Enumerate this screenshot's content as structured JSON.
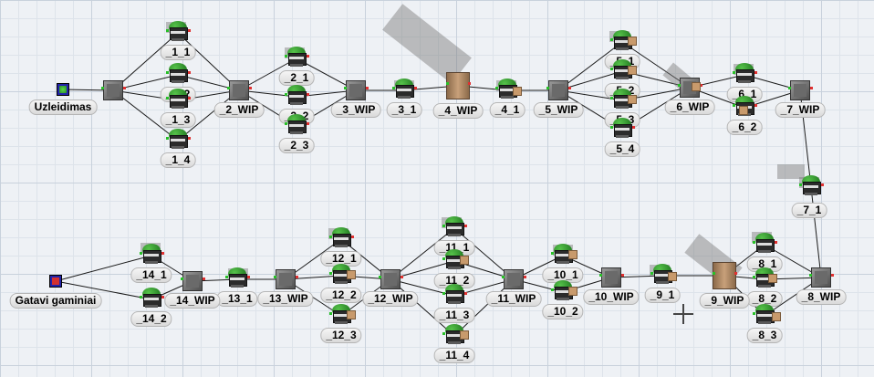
{
  "colors": {
    "connector": "#1a1a1a",
    "input_port": "#28c028",
    "output_port": "#e03030",
    "item": "#c89a6c"
  },
  "nodes": [
    {
      "id": "uzleidimas",
      "label": "Uzleidimas",
      "type": "source",
      "icon": "source-icon"
    },
    {
      "id": "q1",
      "label": "",
      "type": "queue",
      "icon": "queue-icon"
    },
    {
      "id": "p1_1",
      "label": "_1_1",
      "type": "processor",
      "icon": "processor-icon"
    },
    {
      "id": "p1_2",
      "label": "_1_2",
      "type": "processor",
      "icon": "processor-icon"
    },
    {
      "id": "p1_3",
      "label": "_1_3",
      "type": "processor",
      "icon": "processor-icon"
    },
    {
      "id": "p1_4",
      "label": "_1_4",
      "type": "processor",
      "icon": "processor-icon"
    },
    {
      "id": "q2",
      "label": "_2_WIP",
      "type": "queue",
      "icon": "queue-icon"
    },
    {
      "id": "p2_1",
      "label": "_2_1",
      "type": "processor",
      "icon": "processor-icon"
    },
    {
      "id": "p2_2",
      "label": "_2_2",
      "type": "processor",
      "icon": "processor-icon"
    },
    {
      "id": "p2_3",
      "label": "_2_3",
      "type": "processor",
      "icon": "processor-icon"
    },
    {
      "id": "q3",
      "label": "_3_WIP",
      "type": "queue",
      "icon": "queue-icon"
    },
    {
      "id": "p3_1",
      "label": "_3_1",
      "type": "processor",
      "icon": "processor-icon"
    },
    {
      "id": "q4",
      "label": "_4_WIP",
      "type": "queue-stack",
      "icon": "stacked-queue-icon"
    },
    {
      "id": "p4_1",
      "label": "_4_1",
      "type": "processor",
      "icon": "processor-icon"
    },
    {
      "id": "q5",
      "label": "_5_WIP",
      "type": "queue",
      "icon": "queue-icon"
    },
    {
      "id": "p5_1",
      "label": "_5_1",
      "type": "processor",
      "icon": "processor-icon"
    },
    {
      "id": "p5_2",
      "label": "_5_2",
      "type": "processor",
      "icon": "processor-icon"
    },
    {
      "id": "p5_3",
      "label": "_5_3",
      "type": "processor",
      "icon": "processor-icon"
    },
    {
      "id": "p5_4",
      "label": "_5_4",
      "type": "processor",
      "icon": "processor-icon"
    },
    {
      "id": "q6",
      "label": "_6_WIP",
      "type": "queue",
      "icon": "queue-icon"
    },
    {
      "id": "p6_1",
      "label": "_6_1",
      "type": "processor",
      "icon": "processor-icon"
    },
    {
      "id": "p6_2",
      "label": "_6_2",
      "type": "processor",
      "icon": "processor-icon"
    },
    {
      "id": "q7",
      "label": "_7_WIP",
      "type": "queue",
      "icon": "queue-icon"
    },
    {
      "id": "p7_1",
      "label": "_7_1",
      "type": "processor",
      "icon": "processor-icon"
    },
    {
      "id": "q8",
      "label": "_8_WIP",
      "type": "queue",
      "icon": "queue-icon"
    },
    {
      "id": "p8_1",
      "label": "_8_1",
      "type": "processor",
      "icon": "processor-icon"
    },
    {
      "id": "p8_2",
      "label": "_8_2",
      "type": "processor",
      "icon": "processor-icon"
    },
    {
      "id": "p8_3",
      "label": "_8_3",
      "type": "processor",
      "icon": "processor-icon"
    },
    {
      "id": "q9",
      "label": "_9_WIP",
      "type": "queue-stack",
      "icon": "stacked-queue-icon"
    },
    {
      "id": "p9_1",
      "label": "_9_1",
      "type": "processor",
      "icon": "processor-icon"
    },
    {
      "id": "q10",
      "label": "_10_WIP",
      "type": "queue",
      "icon": "queue-icon"
    },
    {
      "id": "p10_1",
      "label": "_10_1",
      "type": "processor",
      "icon": "processor-icon"
    },
    {
      "id": "p10_2",
      "label": "_10_2",
      "type": "processor",
      "icon": "processor-icon"
    },
    {
      "id": "q11",
      "label": "_11_WIP",
      "type": "queue",
      "icon": "queue-icon"
    },
    {
      "id": "p11_1",
      "label": "_11_1",
      "type": "processor",
      "icon": "processor-icon"
    },
    {
      "id": "p11_2",
      "label": "_11_2",
      "type": "processor",
      "icon": "processor-icon"
    },
    {
      "id": "p11_3",
      "label": "_11_3",
      "type": "processor",
      "icon": "processor-icon"
    },
    {
      "id": "p11_4",
      "label": "_11_4",
      "type": "processor",
      "icon": "processor-icon"
    },
    {
      "id": "q12",
      "label": "_12_WIP",
      "type": "queue",
      "icon": "queue-icon"
    },
    {
      "id": "p12_1",
      "label": "_12_1",
      "type": "processor",
      "icon": "processor-icon"
    },
    {
      "id": "p12_2",
      "label": "_12_2",
      "type": "processor",
      "icon": "processor-icon"
    },
    {
      "id": "p12_3",
      "label": "_12_3",
      "type": "processor",
      "icon": "processor-icon"
    },
    {
      "id": "q13",
      "label": "_13_WIP",
      "type": "queue",
      "icon": "queue-icon"
    },
    {
      "id": "p13_1",
      "label": "_13_1",
      "type": "processor",
      "icon": "processor-icon"
    },
    {
      "id": "q14",
      "label": "_14_WIP",
      "type": "queue",
      "icon": "queue-icon"
    },
    {
      "id": "p14_1",
      "label": "_14_1",
      "type": "processor",
      "icon": "processor-icon"
    },
    {
      "id": "p14_2",
      "label": "_14_2",
      "type": "processor",
      "icon": "processor-icon"
    },
    {
      "id": "sink",
      "label": "Gatavi gaminiai",
      "type": "sink",
      "icon": "sink-icon"
    }
  ],
  "links": [
    [
      "uzleidimas",
      "q1"
    ],
    [
      "q1",
      "p1_1"
    ],
    [
      "q1",
      "p1_2"
    ],
    [
      "q1",
      "p1_3"
    ],
    [
      "q1",
      "p1_4"
    ],
    [
      "p1_1",
      "q2"
    ],
    [
      "p1_2",
      "q2"
    ],
    [
      "p1_3",
      "q2"
    ],
    [
      "p1_4",
      "q2"
    ],
    [
      "q2",
      "p2_1"
    ],
    [
      "q2",
      "p2_2"
    ],
    [
      "q2",
      "p2_3"
    ],
    [
      "p2_1",
      "q3"
    ],
    [
      "p2_2",
      "q3"
    ],
    [
      "p2_3",
      "q3"
    ],
    [
      "q3",
      "p3_1"
    ],
    [
      "p3_1",
      "q4"
    ],
    [
      "q4",
      "p4_1"
    ],
    [
      "p4_1",
      "q5"
    ],
    [
      "q5",
      "p5_1"
    ],
    [
      "q5",
      "p5_2"
    ],
    [
      "q5",
      "p5_3"
    ],
    [
      "q5",
      "p5_4"
    ],
    [
      "p5_1",
      "q6"
    ],
    [
      "p5_2",
      "q6"
    ],
    [
      "p5_3",
      "q6"
    ],
    [
      "p5_4",
      "q6"
    ],
    [
      "q6",
      "p6_1"
    ],
    [
      "q6",
      "p6_2"
    ],
    [
      "p6_1",
      "q7"
    ],
    [
      "p6_2",
      "q7"
    ],
    [
      "q7",
      "p7_1"
    ],
    [
      "p7_1",
      "q8"
    ],
    [
      "q8",
      "p8_1"
    ],
    [
      "q8",
      "p8_2"
    ],
    [
      "q8",
      "p8_3"
    ],
    [
      "p8_1",
      "q9"
    ],
    [
      "p8_2",
      "q9"
    ],
    [
      "p8_3",
      "q9"
    ],
    [
      "q9",
      "p9_1"
    ],
    [
      "p9_1",
      "q10"
    ],
    [
      "q10",
      "p10_1"
    ],
    [
      "q10",
      "p10_2"
    ],
    [
      "p10_1",
      "q11"
    ],
    [
      "p10_2",
      "q11"
    ],
    [
      "q11",
      "p11_1"
    ],
    [
      "q11",
      "p11_2"
    ],
    [
      "q11",
      "p11_3"
    ],
    [
      "q11",
      "p11_4"
    ],
    [
      "p11_1",
      "q12"
    ],
    [
      "p11_2",
      "q12"
    ],
    [
      "p11_3",
      "q12"
    ],
    [
      "p11_4",
      "q12"
    ],
    [
      "q12",
      "p12_1"
    ],
    [
      "q12",
      "p12_2"
    ],
    [
      "q12",
      "p12_3"
    ],
    [
      "p12_1",
      "q13"
    ],
    [
      "p12_2",
      "q13"
    ],
    [
      "p12_3",
      "q13"
    ],
    [
      "q13",
      "p13_1"
    ],
    [
      "p13_1",
      "q14"
    ],
    [
      "q14",
      "p14_1"
    ],
    [
      "q14",
      "p14_2"
    ],
    [
      "p14_1",
      "sink"
    ],
    [
      "p14_2",
      "sink"
    ]
  ]
}
